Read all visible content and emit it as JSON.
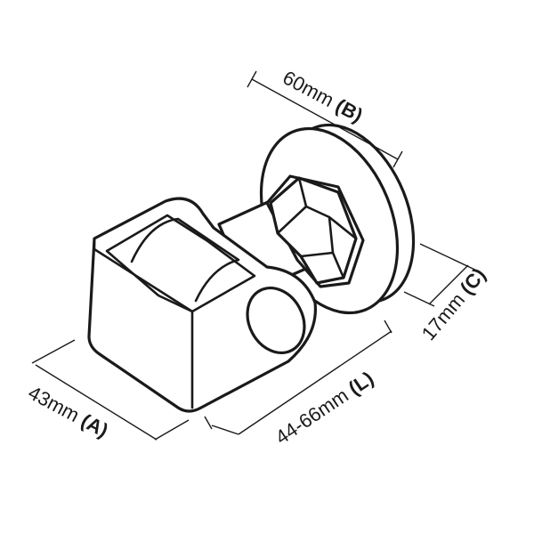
{
  "dimensions": {
    "B": {
      "value": "60mm",
      "code": "(B)"
    },
    "C": {
      "value": "17mm",
      "code": "(C)"
    },
    "L": {
      "value": "44-66mm",
      "code": "(L)"
    },
    "A": {
      "value": "43mm",
      "code": "(A)"
    }
  }
}
